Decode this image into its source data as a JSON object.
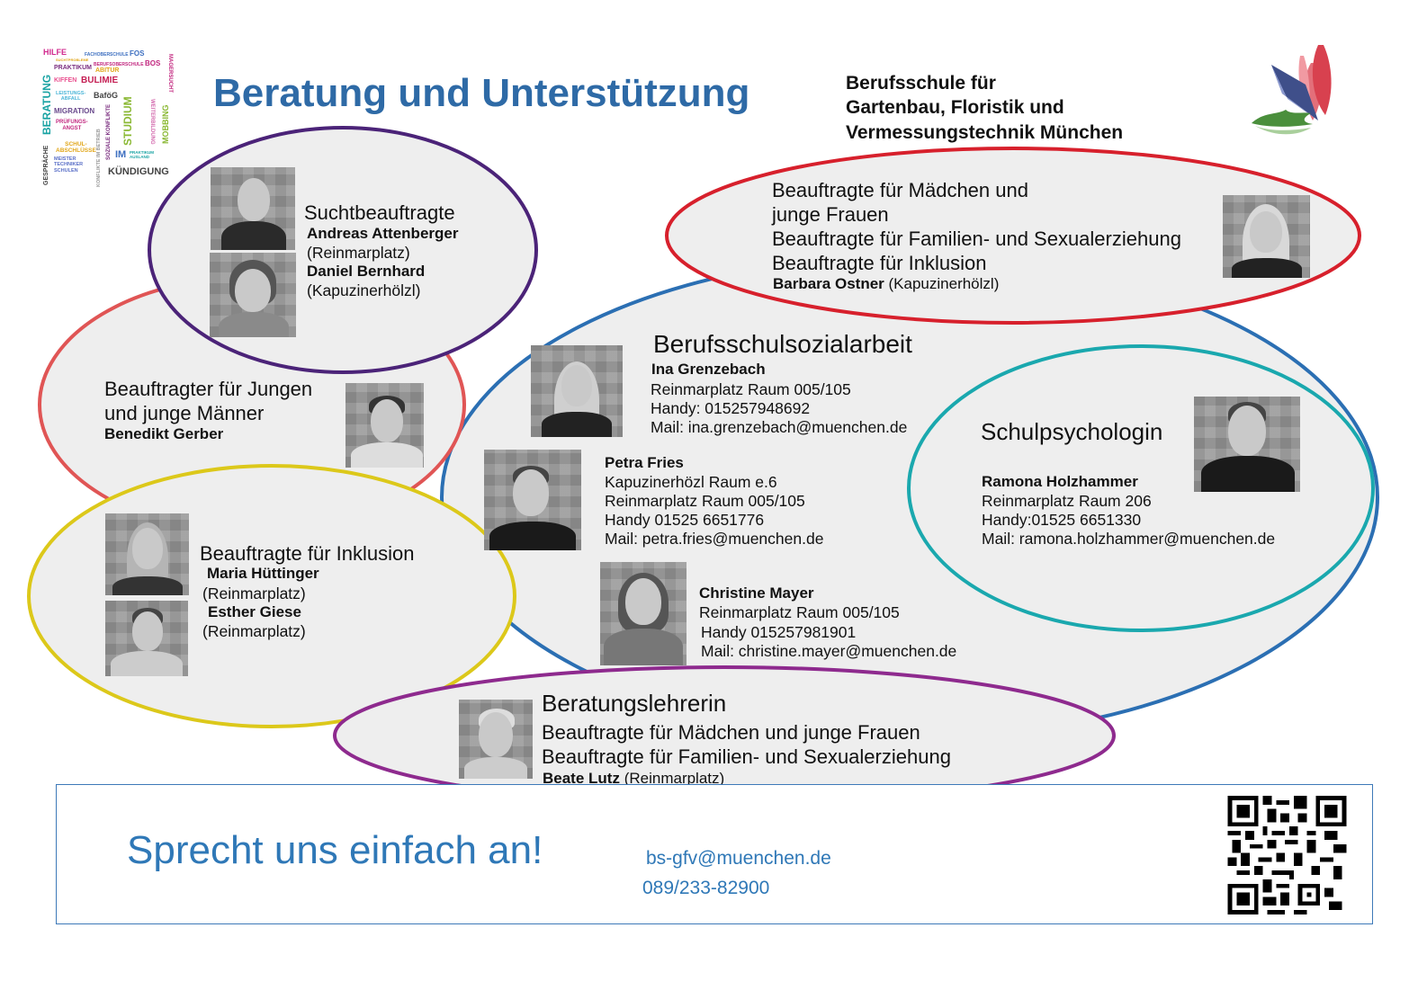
{
  "header": {
    "title": "Beratung und Unterstützung",
    "school_lines": [
      "Berufsschule für",
      "Gartenbau, Floristik und",
      "Vermessungstechnik München"
    ],
    "logo_icon": "school-flower-logo-icon",
    "wordcloud": [
      {
        "text": "HILFE",
        "color": "#d12a8e"
      },
      {
        "text": "FACHOBERSCHULE FOS",
        "color": "#3d6fc0"
      },
      {
        "text": "SUCHTPROBLEME",
        "color": "#e1a619"
      },
      {
        "text": "PRAKTIKUM",
        "color": "#7a2d7f"
      },
      {
        "text": "BERUFSOBERSCHULE BOS",
        "color": "#c2277f"
      },
      {
        "text": "ABITUR",
        "color": "#e1a619"
      },
      {
        "text": "KIFFEN",
        "color": "#e9508f"
      },
      {
        "text": "BULIMIE",
        "color": "#c41d52"
      },
      {
        "text": "LEISTUNGS-ABFALL",
        "color": "#4db6d8"
      },
      {
        "text": "BaföG",
        "color": "#444444"
      },
      {
        "text": "MIGRATION",
        "color": "#6a4a8d"
      },
      {
        "text": "PRÜFUNGS-ANGST",
        "color": "#c2277f"
      },
      {
        "text": "BERATUNG",
        "color": "#19a3a3"
      },
      {
        "text": "SCHUL-ABSCHLÜSSE",
        "color": "#e1a619"
      },
      {
        "text": "MEISTER TECHNIKER SCHULEN",
        "color": "#5a6fc7"
      },
      {
        "text": "GESPRÄCHE",
        "color": "#444444"
      },
      {
        "text": "KONFLIKTE IM BETRIEB",
        "color": "#999999"
      },
      {
        "text": "SOZIALE KONFLIKTE",
        "color": "#7a2d7f"
      },
      {
        "text": "STUDIUM",
        "color": "#8ab833"
      },
      {
        "text": "IM",
        "color": "#3d6fc0"
      },
      {
        "text": "PRAKTIKUM AUSLAND",
        "color": "#19a3a3"
      },
      {
        "text": "WEITERBILDUNG",
        "color": "#d56fb0"
      },
      {
        "text": "MOBBING",
        "color": "#8ab833"
      },
      {
        "text": "MAGERSUCHT",
        "color": "#c2277f"
      },
      {
        "text": "KÜNDIGUNG",
        "color": "#444444"
      }
    ]
  },
  "colors": {
    "title_blue": "#2e6aa6",
    "ellipse_fill": "#eeeeee",
    "sucht_purple": "#4b2378",
    "jungen_red": "#e05555",
    "inklusion_yellow": "#dcc81a",
    "sozialarbeit_blue": "#2b6fb3",
    "maedchen_red": "#d7202c",
    "psychologie_teal": "#1aa8ae",
    "beratungslehrerin_magenta": "#8e2a8e",
    "footer_blue": "#2f78b7"
  },
  "groups": {
    "sucht": {
      "role": "Suchtbeauftragte",
      "people": [
        {
          "name": "Andreas Attenberger",
          "location": "(Reinmarplatz)"
        },
        {
          "name": "Daniel Bernhard",
          "location": "(Kapuzinerhölzl)"
        }
      ]
    },
    "jungen": {
      "role_lines": [
        "Beauftragter für Jungen",
        "und junge Männer"
      ],
      "name": "Benedikt Gerber"
    },
    "inklusion": {
      "role": "Beauftragte für Inklusion",
      "people": [
        {
          "name": "Maria Hüttinger",
          "location": "(Reinmarplatz)"
        },
        {
          "name": "Esther Giese",
          "location": "(Reinmarplatz)"
        }
      ]
    },
    "maedchen": {
      "role_lines": [
        "Beauftragte für Mädchen und",
        "junge Frauen",
        "Beauftragte für Familien- und Sexualerziehung",
        "Beauftragte für Inklusion"
      ],
      "name": "Barbara Ostner",
      "location": "(Kapuzinerhölzl)"
    },
    "sozialarbeit": {
      "role": "Berufsschulsozialarbeit",
      "people": [
        {
          "name": "Ina Grenzebach",
          "lines": [
            "Reinmarplatz Raum 005/105",
            "Handy: 015257948692",
            "Mail: ina.grenzebach@muenchen.de"
          ]
        },
        {
          "name": "Petra Fries",
          "lines": [
            "Kapuzinerhözl Raum e.6",
            "Reinmarplatz Raum 005/105",
            "Handy 01525 6651776",
            "Mail: petra.fries@muenchen.de"
          ]
        },
        {
          "name": "Christine Mayer",
          "lines": [
            "Reinmarplatz Raum 005/105",
            "Handy 015257981901",
            "Mail: christine.mayer@muenchen.de"
          ]
        }
      ]
    },
    "psychologie": {
      "role": "Schulpsychologin",
      "name": "Ramona Holzhammer",
      "lines": [
        "Reinmarplatz Raum 206",
        "Handy:01525 6651330",
        "Mail: ramona.holzhammer@muenchen.de"
      ]
    },
    "beratungslehrerin": {
      "role": "Beratungslehrerin",
      "role_lines": [
        "Beauftragte für Mädchen und junge Frauen",
        "Beauftragte für Familien- und Sexualerziehung"
      ],
      "name": "Beate Lutz",
      "location": "(Reinmarplatz)"
    }
  },
  "footer": {
    "slogan": "Sprecht uns einfach an!",
    "email": "bs-gfv@muenchen.de",
    "phone": "089/233-82900",
    "qr_icon": "qr-code-icon"
  }
}
